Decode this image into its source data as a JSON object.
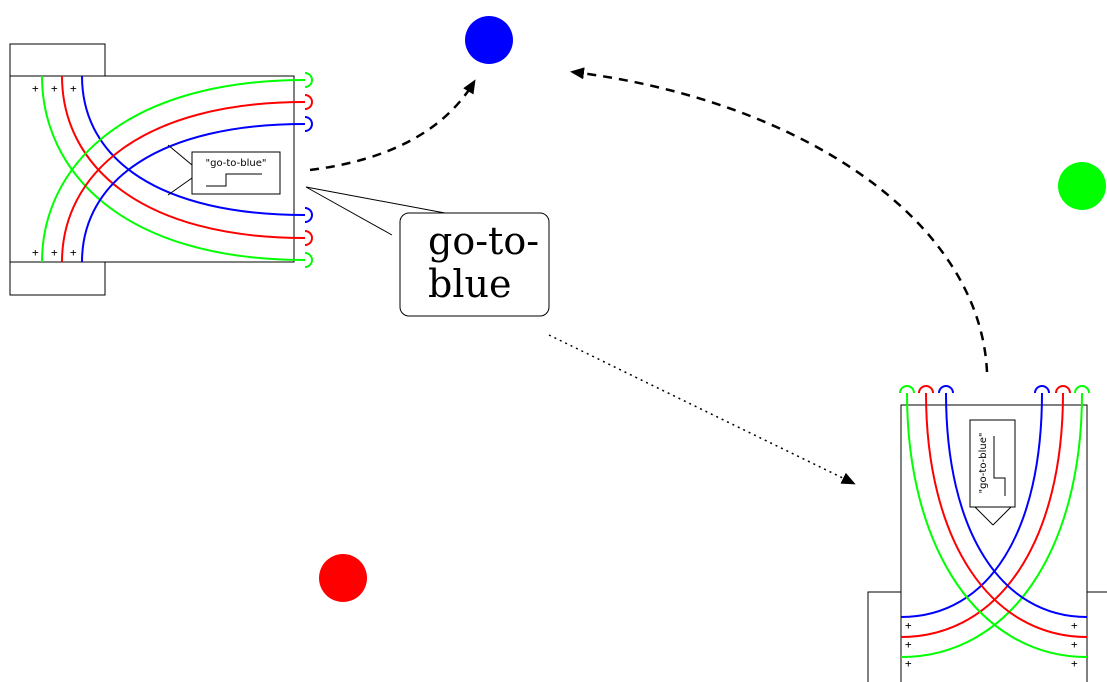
{
  "colors": {
    "blue": "#0000ff",
    "red": "#ff0000",
    "green": "#00ff00",
    "black": "#000000"
  },
  "vehicle_a": {
    "box_label": "\"go-to-blue\"",
    "plus_sign": "+"
  },
  "vehicle_b": {
    "box_label": "\"go-to-blue\"",
    "plus_sign": "+"
  },
  "speech_bubble": {
    "line1": "go-to-",
    "line2": "blue"
  }
}
